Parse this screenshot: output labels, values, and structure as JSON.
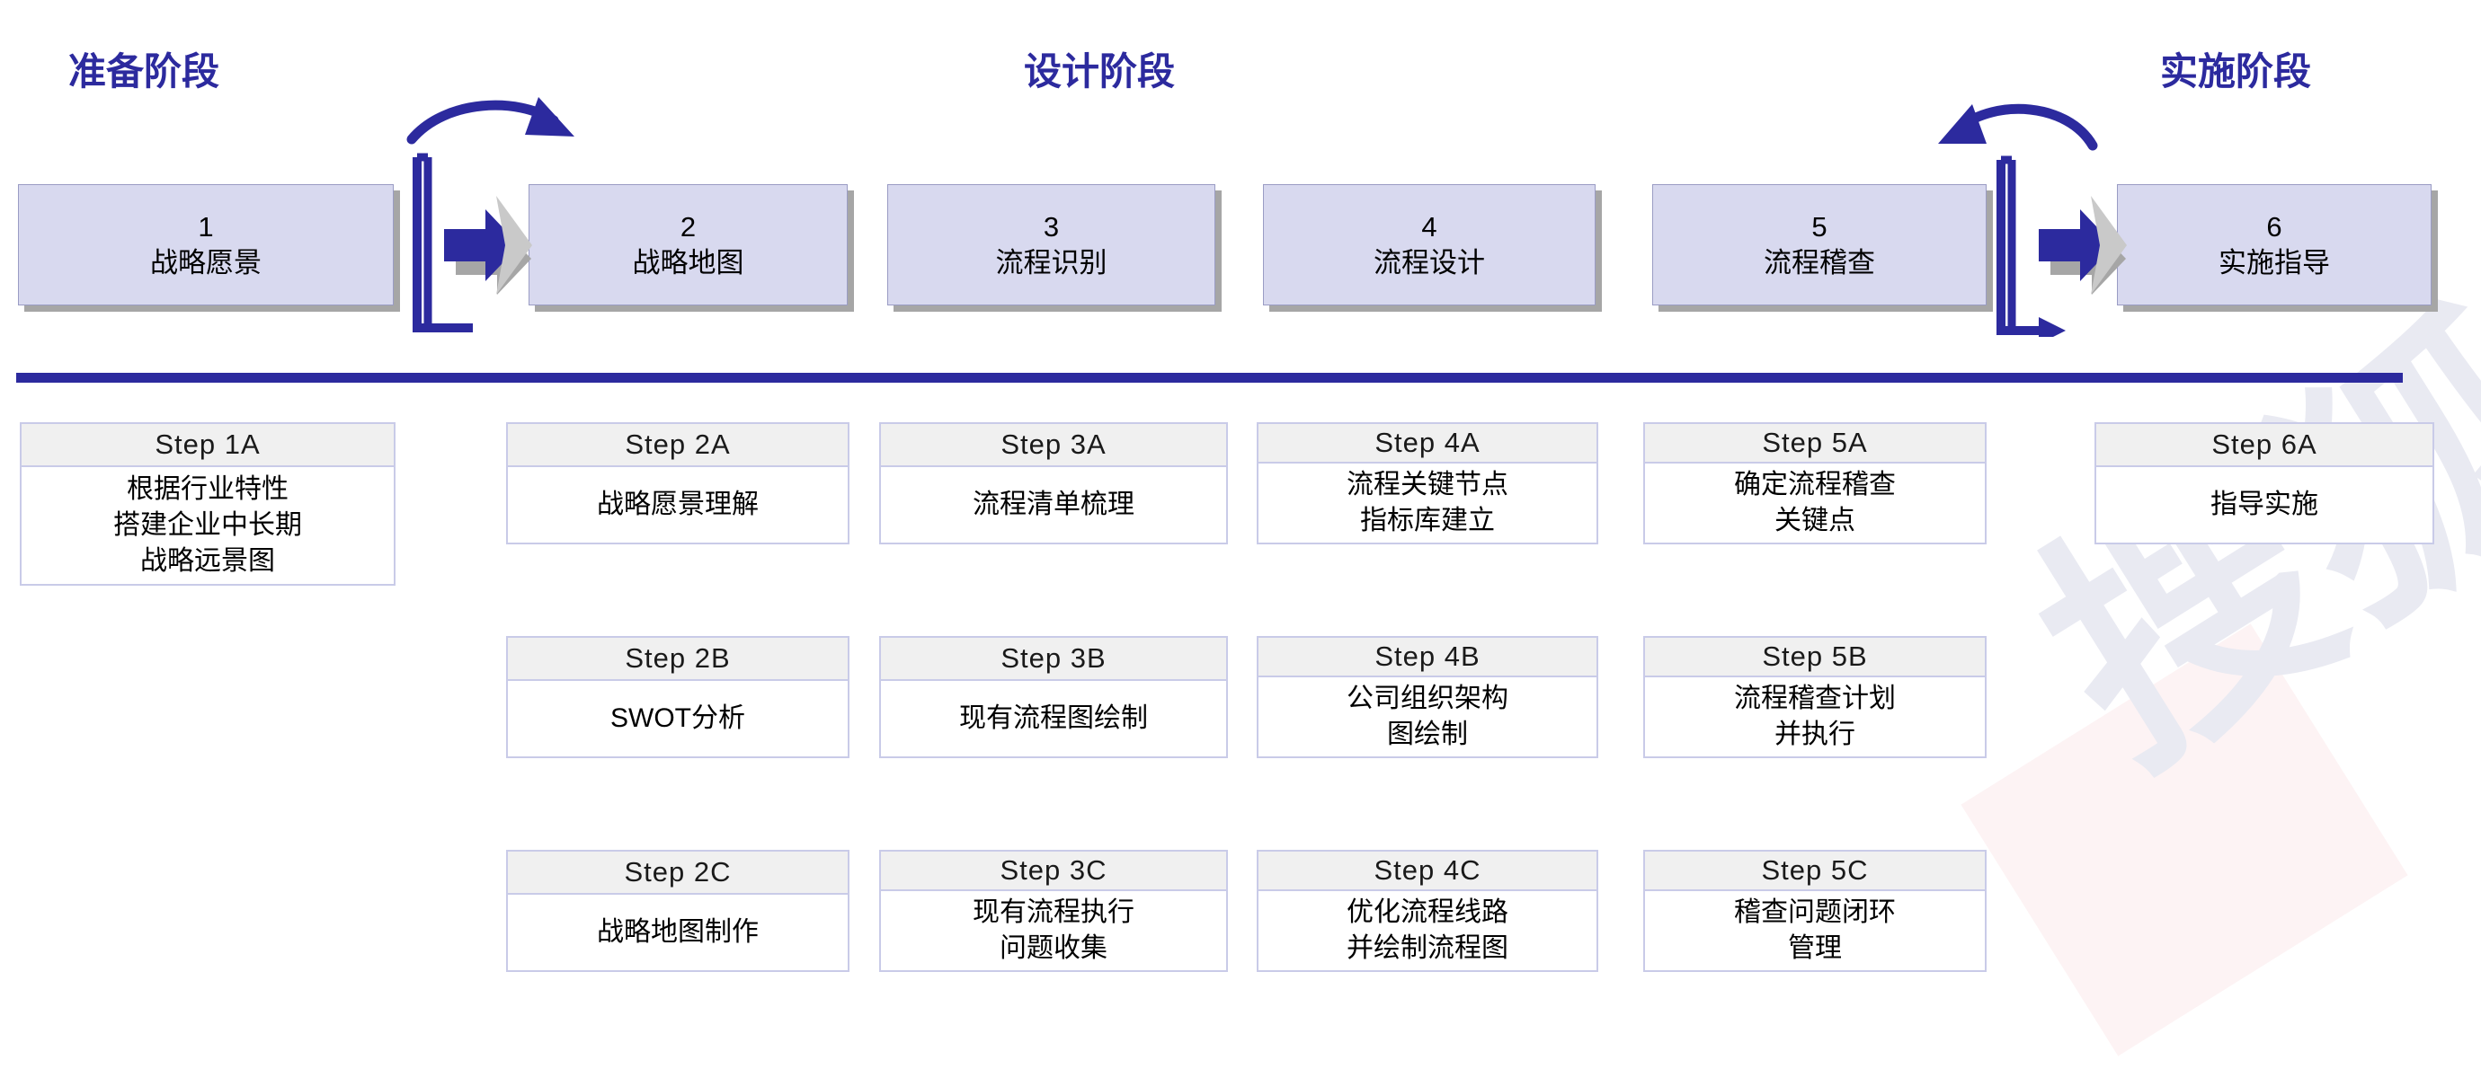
{
  "diagram": {
    "title_color": "#2c2a9e",
    "box_fill": "#d8d9ef",
    "divider_color": "#2c2a9e",
    "phases": [
      {
        "label": "准备阶段"
      },
      {
        "label": "设计阶段"
      },
      {
        "label": "实施阶段"
      }
    ],
    "stages": [
      {
        "number": "1",
        "name": "战略愿景"
      },
      {
        "number": "2",
        "name": "战略地图"
      },
      {
        "number": "3",
        "name": "流程识别"
      },
      {
        "number": "4",
        "name": "流程设计"
      },
      {
        "number": "5",
        "name": "流程稽查"
      },
      {
        "number": "6",
        "name": "实施指导"
      }
    ],
    "connectors": [
      {
        "name": "connector-1-to-2",
        "curve_direction": "right"
      },
      {
        "name": "connector-5-to-6",
        "curve_direction": "left"
      }
    ],
    "columns": [
      {
        "steps": [
          {
            "label": "Step 1A",
            "text": "根据行业特性\n搭建企业中长期\n战略远景图"
          }
        ]
      },
      {
        "steps": [
          {
            "label": "Step 2A",
            "text": "战略愿景理解"
          },
          {
            "label": "Step 2B",
            "text": "SWOT分析"
          },
          {
            "label": "Step 2C",
            "text": "战略地图制作"
          }
        ]
      },
      {
        "steps": [
          {
            "label": "Step 3A",
            "text": "流程清单梳理"
          },
          {
            "label": "Step 3B",
            "text": "现有流程图绘制"
          },
          {
            "label": "Step 3C",
            "text": "现有流程执行\n问题收集"
          }
        ]
      },
      {
        "steps": [
          {
            "label": "Step 4A",
            "text": "流程关键节点\n指标库建立"
          },
          {
            "label": "Step 4B",
            "text": "公司组织架构\n图绘制"
          },
          {
            "label": "Step 4C",
            "text": "优化流程线路\n并绘制流程图"
          }
        ]
      },
      {
        "steps": [
          {
            "label": "Step 5A",
            "text": "确定流程稽查\n关键点"
          },
          {
            "label": "Step 5B",
            "text": "流程稽查计划\n并执行"
          },
          {
            "label": "Step 5C",
            "text": "稽查问题闭环\n管理"
          }
        ]
      },
      {
        "steps": [
          {
            "label": "Step 6A",
            "text": "指导实施"
          }
        ]
      }
    ],
    "watermark": {
      "text": "搜狐"
    }
  }
}
